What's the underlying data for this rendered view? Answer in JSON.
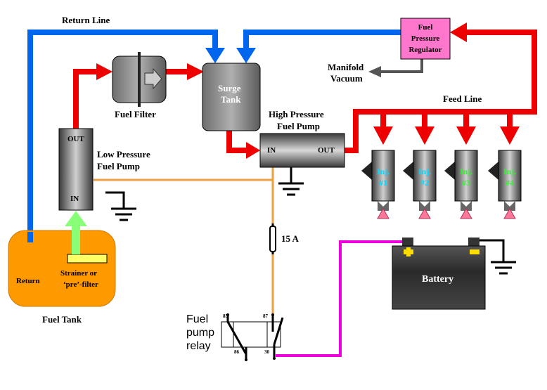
{
  "labels": {
    "return_line": "Return Line",
    "feed_line": "Feed Line",
    "manifold_vacuum_1": "Manifold",
    "manifold_vacuum_2": "Vacuum",
    "fpr_1": "Fuel",
    "fpr_2": "Pressure",
    "fpr_3": "Regulator",
    "fuel_filter": "Fuel Filter",
    "surge_tank_1": "Surge",
    "surge_tank_2": "Tank",
    "hp_pump_1": "High Pressure",
    "hp_pump_2": "Fuel Pump",
    "hp_in": "IN",
    "hp_out": "OUT",
    "lp_pump_1": "Low Pressure",
    "lp_pump_2": "Fuel Pump",
    "lp_out": "OUT",
    "lp_in": "IN",
    "fuse": "15 A",
    "battery": "Battery",
    "fuel_tank": "Fuel Tank",
    "tank_return": "Return",
    "strainer_1": "Strainer or",
    "strainer_2": "‘pre’-filter",
    "relay_1": "Fuel",
    "relay_2": "pump",
    "relay_3": "relay",
    "relay_85": "85",
    "relay_87": "87",
    "relay_86": "86",
    "relay_30": "30"
  },
  "injectors": [
    {
      "line1": "Inj.",
      "line2": "#1",
      "color": "#00d8ff"
    },
    {
      "line1": "Inj.",
      "line2": "#2",
      "color": "#00d8ff"
    },
    {
      "line1": "Inj.",
      "line2": "#3",
      "color": "#33ee33"
    },
    {
      "line1": "Inj.",
      "line2": "#4",
      "color": "#33ee33"
    }
  ],
  "colors": {
    "feed": "#ee0000",
    "return": "#0066ee",
    "vacuum": "#555555",
    "power_wire": "#f0a040",
    "battery_wire": "#ee00dd",
    "tank": "#ff9900",
    "fpr": "#ff77cc",
    "lift": "#88ff77",
    "strainer": "#ffff66"
  }
}
